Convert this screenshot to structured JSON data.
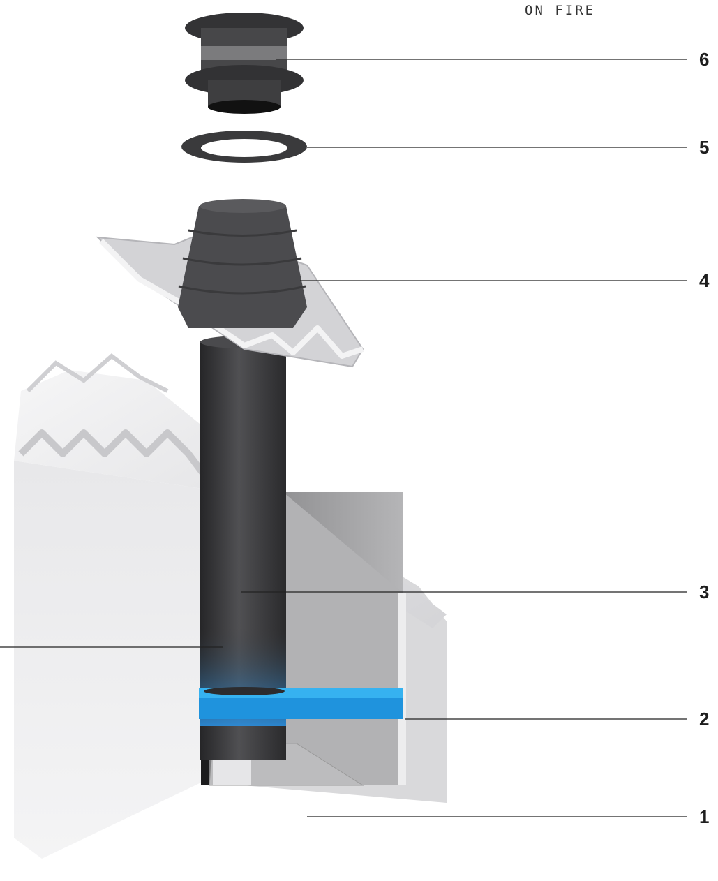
{
  "brand_text": "ON FIRE",
  "callouts": [
    {
      "number": "6",
      "part": "chimney-cap"
    },
    {
      "number": "5",
      "part": "storm-collar"
    },
    {
      "number": "4",
      "part": "roof-flashing"
    },
    {
      "number": "3",
      "part": "insulated-flue-pipe"
    },
    {
      "number": "2",
      "part": "ceiling-firestop-plate"
    },
    {
      "number": "1",
      "part": "support-bracket"
    }
  ],
  "colors": {
    "pipe": "#3a3a3c",
    "firestop": "#2aa7e6",
    "roof": "#e9e9eb",
    "wall": "#dadadc",
    "leader": "#222222"
  }
}
